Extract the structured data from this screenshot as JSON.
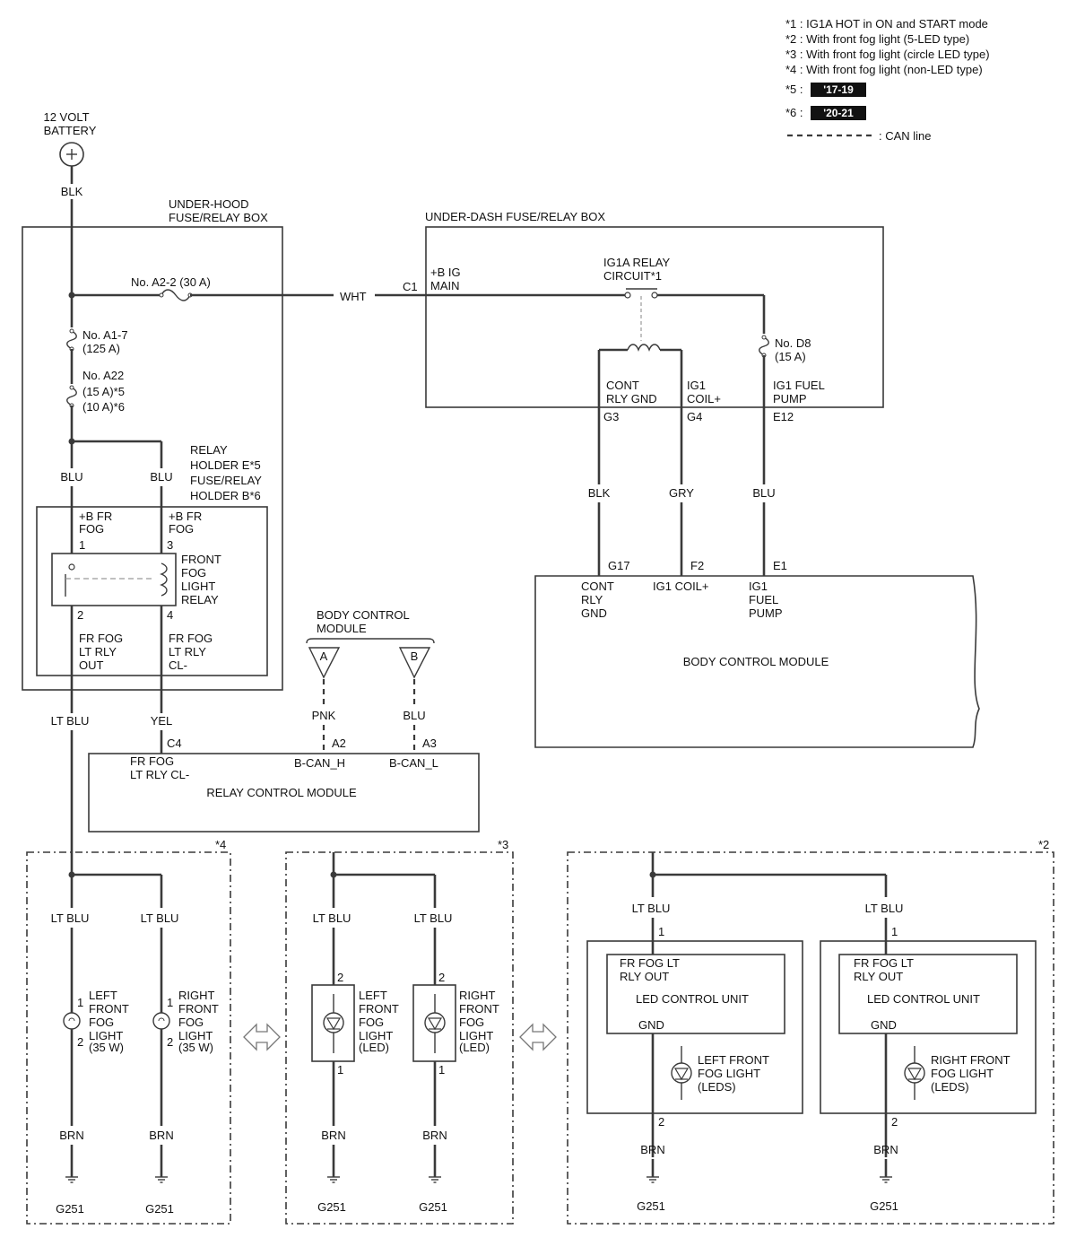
{
  "legend": {
    "n1": "*1 : IG1A HOT in ON and START mode",
    "n2": "*2 : With front fog light (5-LED type)",
    "n3": "*3 : With front fog light (circle LED type)",
    "n4": "*4 : With front fog light (non-LED type)",
    "n5_prefix": "*5 :",
    "n5_badge": "'17-19",
    "n6_prefix": "*6 :",
    "n6_badge": "'20-21",
    "can_line": ": CAN line"
  },
  "battery": {
    "l1": "12 VOLT",
    "l2": "BATTERY",
    "wire": "BLK"
  },
  "underhood": {
    "title1": "UNDER-HOOD",
    "title2": "FUSE/RELAY BOX",
    "fuse_a22_main": "No. A2-2 (30 A)",
    "fuse_a17_1": "No. A1-7",
    "fuse_a17_2": "(125 A)",
    "fuse_a22_1": "No. A22",
    "fuse_a22_2": "(15 A)*5",
    "fuse_a22_3": "(10 A)*6",
    "wire_blu1": "BLU",
    "wire_blu2": "BLU",
    "holder1": "RELAY",
    "holder2": "HOLDER E*5",
    "holder3": "FUSE/RELAY",
    "holder4": "HOLDER B*6",
    "pin1_a": "+B FR",
    "pin1_b": "FOG",
    "pin1": "1",
    "pin3_a": "+B FR",
    "pin3_b": "FOG",
    "pin3": "3",
    "relay1": "FRONT",
    "relay2": "FOG",
    "relay3": "LIGHT",
    "relay4": "RELAY",
    "pin2": "2",
    "pin4": "4",
    "out1": "FR FOG",
    "out2": "LT RLY",
    "out3": "OUT",
    "cl1": "FR FOG",
    "cl2": "LT RLY",
    "cl3": "CL-"
  },
  "wires": {
    "wht": "WHT",
    "lt_blu": "LT BLU",
    "yel": "YEL"
  },
  "underdash": {
    "title": "UNDER-DASH FUSE/RELAY BOX",
    "c1": "C1",
    "bmain1": "+B IG",
    "bmain2": "MAIN",
    "ig1a1": "IG1A RELAY",
    "ig1a2": "CIRCUIT*1",
    "fuse_d8_1": "No. D8",
    "fuse_d8_2": "(15 A)",
    "cont1": "CONT",
    "cont2": "RLY GND",
    "coil1": "IG1",
    "coil2": "COIL+",
    "pump1": "IG1 FUEL",
    "pump2": "PUMP",
    "g3": "G3",
    "g4": "G4",
    "e12": "E12",
    "w_blk": "BLK",
    "w_gry": "GRY",
    "w_blu": "BLU"
  },
  "bcm": {
    "g17": "G17",
    "f2": "F2",
    "e1": "E1",
    "cont1": "CONT",
    "cont2": "RLY",
    "cont3": "GND",
    "coil": "IG1 COIL+",
    "pump1": "IG1",
    "pump2": "FUEL",
    "pump3": "PUMP",
    "title": "BODY CONTROL MODULE",
    "conn_title1": "BODY CONTROL",
    "conn_title2": "MODULE",
    "conn_a": "A",
    "conn_b": "B",
    "w_pnk": "PNK",
    "w_blu": "BLU"
  },
  "rcm": {
    "c4": "C4",
    "a2": "A2",
    "a3": "A3",
    "cl1": "FR FOG",
    "cl2": "LT RLY CL-",
    "canh": "B-CAN_H",
    "canl": "B-CAN_L",
    "title": "RELAY CONTROL MODULE"
  },
  "variant4": {
    "tag": "*4",
    "w1": "LT BLU",
    "w2": "LT BLU",
    "l_pin1": "1",
    "l_pin2": "2",
    "r_pin1": "1",
    "r_pin2": "2",
    "left1": "LEFT",
    "left2": "FRONT",
    "left3": "FOG",
    "left4": "LIGHT",
    "left5": "(35 W)",
    "right1": "RIGHT",
    "right2": "FRONT",
    "right3": "FOG",
    "right4": "LIGHT",
    "right5": "(35 W)",
    "brn1": "BRN",
    "brn2": "BRN",
    "g1": "G251",
    "g2": "G251"
  },
  "variant3": {
    "tag": "*3",
    "w1": "LT BLU",
    "w2": "LT BLU",
    "l_pin2": "2",
    "l_pin1": "1",
    "r_pin2": "2",
    "r_pin1": "1",
    "left1": "LEFT",
    "left2": "FRONT",
    "left3": "FOG",
    "left4": "LIGHT",
    "left5": "(LED)",
    "right1": "RIGHT",
    "right2": "FRONT",
    "right3": "FOG",
    "right4": "LIGHT",
    "right5": "(LED)",
    "brn1": "BRN",
    "brn2": "BRN",
    "g1": "G251",
    "g2": "G251"
  },
  "variant2": {
    "tag": "*2",
    "w1": "LT BLU",
    "w2": "LT BLU",
    "l_pin1": "1",
    "r_pin1": "1",
    "l_out1": "FR FOG LT",
    "l_out2": "RLY OUT",
    "r_out1": "FR FOG LT",
    "r_out2": "RLY OUT",
    "l_unit": "LED CONTROL UNIT",
    "r_unit": "LED CONTROL UNIT",
    "l_gnd": "GND",
    "r_gnd": "GND",
    "left1": "LEFT FRONT",
    "left2": "FOG LIGHT",
    "left3": "(LEDS)",
    "right1": "RIGHT FRONT",
    "right2": "FOG LIGHT",
    "right3": "(LEDS)",
    "l_pin2": "2",
    "r_pin2": "2",
    "brn1": "BRN",
    "brn2": "BRN",
    "g1": "G251",
    "g2": "G251"
  }
}
